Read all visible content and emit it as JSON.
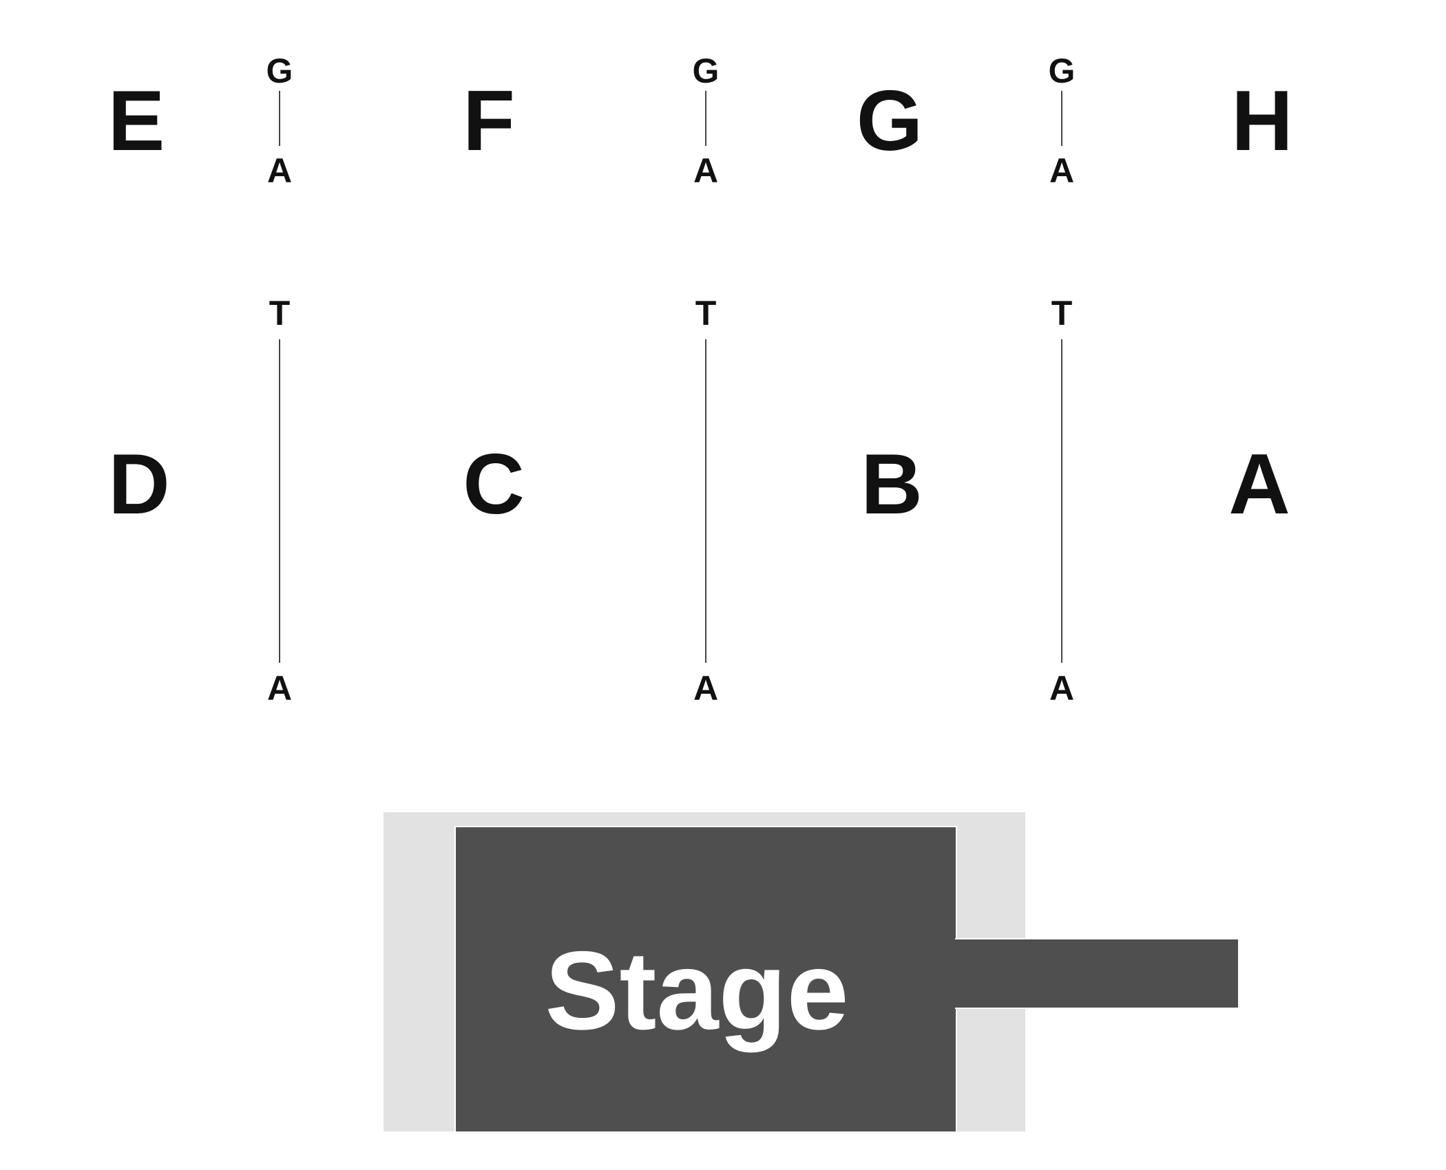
{
  "sections": {
    "top": [
      "E",
      "F",
      "G",
      "H"
    ],
    "bottom": [
      "D",
      "C",
      "B",
      "A"
    ]
  },
  "aisles": {
    "top": {
      "upper": "G",
      "lower": "A"
    },
    "bottom": {
      "upper": "T",
      "lower": "A"
    }
  },
  "stage": {
    "label": "Stage"
  }
}
